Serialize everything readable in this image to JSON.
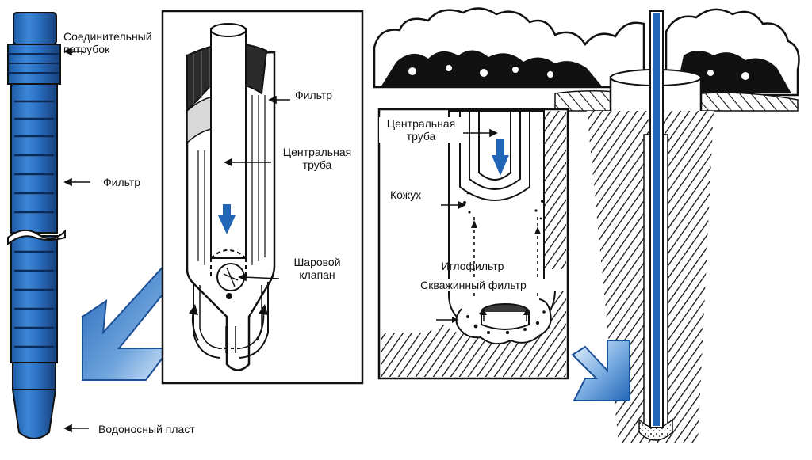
{
  "colors": {
    "accent_blue": "#2266b8",
    "light_blue": "#9cc3ec",
    "ink": "#111111",
    "background": "#ffffff"
  },
  "left_pipe": {
    "labels": {
      "connector": "Соединительный\nпатрубок",
      "filter": "Фильтр",
      "aquifer": "Водоносный пласт"
    }
  },
  "detail_panel": {
    "labels": {
      "filter": "Фильтр",
      "central_pipe": "Центральная\nтруба",
      "ball_valve": "Шаровой\nклапан"
    }
  },
  "well_panel": {
    "labels": {
      "central_pipe": "Центральная\nтруба",
      "casing": "Кожух",
      "needle_filter": "Иглофильтр",
      "well_filter": "Скважинный фильтр"
    }
  }
}
